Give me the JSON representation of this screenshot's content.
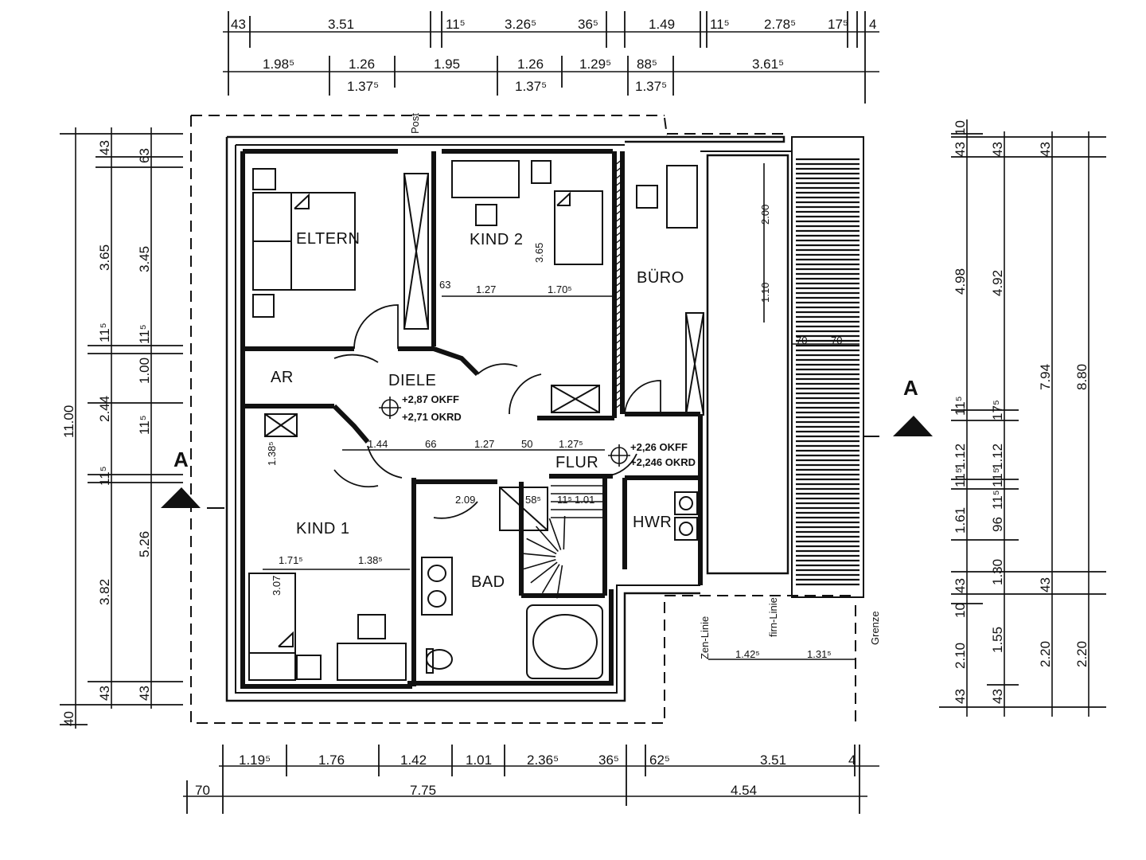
{
  "rooms": {
    "eltern": "ELTERN",
    "kind2": "KIND 2",
    "buero": "BÜRO",
    "ar": "AR",
    "diele": "DIELE",
    "flur": "FLUR",
    "kind1": "KIND 1",
    "bad": "BAD",
    "hwr": "HWR"
  },
  "levels": {
    "diele_okff": "+2,87 OKFF",
    "diele_okrd": "+2,71 OKRD",
    "flur_okff": "+2,26 OKFF",
    "flur_okrd": "+2,246 OKRD"
  },
  "section_marks": {
    "left": "A",
    "right": "A"
  },
  "side_labels": {
    "post": "Post",
    "grenze": "Grenze",
    "zen_linie": "Zen-Linie",
    "firn_linie": "firn-Linie"
  },
  "dims_top_row1": [
    "43",
    "3.51",
    "11⁵",
    "3.26⁵",
    "36⁵",
    "1.49",
    "11⁵",
    "2.78⁵",
    "17⁵",
    "4"
  ],
  "dims_top_row2": [
    "1.98⁵",
    "1.26",
    "1.95",
    "1.26",
    "1.29⁵",
    "88⁵",
    "3.61⁵"
  ],
  "dims_top_row3": [
    "1.37⁵",
    "1.37⁵",
    "1.37⁵"
  ],
  "dims_bottom_row1": [
    "1.19⁵",
    "1.76",
    "1.42",
    "1.01",
    "2.36⁵",
    "36⁵",
    "62⁵",
    "3.51",
    "4"
  ],
  "dims_bottom_row2": [
    "70",
    "7.75",
    "4.54"
  ],
  "dims_left_outer": [
    "11.00",
    "40"
  ],
  "dims_left_mid": [
    "43",
    "3.65",
    "11⁵",
    "2.44",
    "11⁵",
    "3.82",
    "43"
  ],
  "dims_left_inner": [
    "63",
    "3.45",
    "11⁵",
    "1.00",
    "11⁵",
    "5.26",
    "43"
  ],
  "dims_right_1": [
    "10",
    "43",
    "4.98",
    "11⁵",
    "1.12",
    "11⁵",
    "1.61",
    "43",
    "10",
    "2.10",
    "43"
  ],
  "dims_right_2": [
    "43",
    "4.92",
    "17⁵",
    "1.12",
    "11⁵",
    "96",
    "11⁵",
    "1.30",
    "1.55",
    "43"
  ],
  "dims_right_3": [
    "43",
    "7.94",
    "43",
    "2.20"
  ],
  "dims_right_4": [
    "8.80",
    "2.20"
  ],
  "dims_interior": {
    "kind2_a": "1.27",
    "kind2_b": "1.70⁵",
    "kind2_c": "3.65",
    "kind2_d": "63",
    "diele_a": "1.44",
    "diele_b": "66",
    "diele_c": "1.27",
    "diele_d": "50",
    "flur_a": "1.27⁵",
    "bad_a": "2.09",
    "bad_b": "58⁵",
    "bad_c": "11⁵",
    "bad_d": "1.01",
    "kind1_a": "1.71⁵",
    "kind1_b": "1.38⁵",
    "kind1_c": "1.38⁵",
    "kind1_d": "3.07",
    "terr_a": "2.00",
    "terr_b": "1.10",
    "terr_c": "70",
    "terr_d": "70",
    "terr_e": "1.42⁵",
    "terr_f": "1.31⁵"
  }
}
